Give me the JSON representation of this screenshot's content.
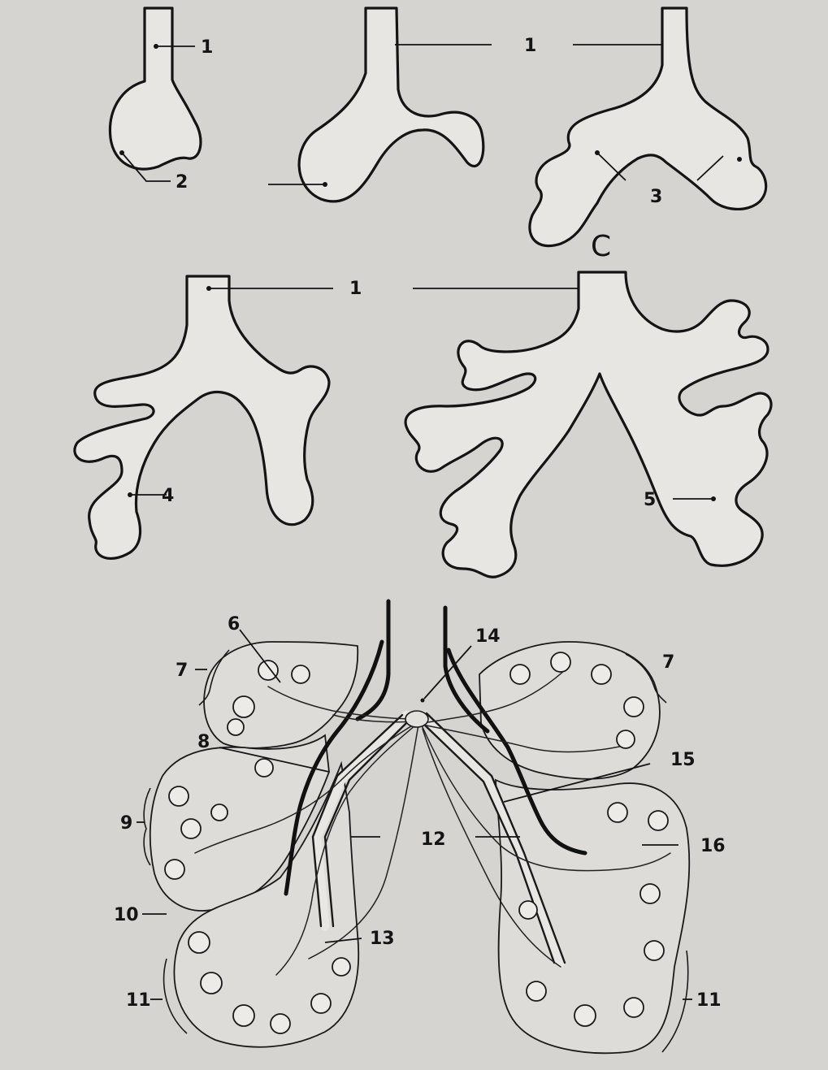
{
  "labels": {
    "l1a": "1",
    "l1b": "1",
    "l1c": "1",
    "l2": "2",
    "l3": "3",
    "lC": "C",
    "l4": "4",
    "l5": "5",
    "l6": "6",
    "l7a": "7",
    "l7b": "7",
    "l8": "8",
    "l9": "9",
    "l10": "10",
    "l11a": "11",
    "l11b": "11",
    "l12": "12",
    "l13": "13",
    "l14": "14",
    "l15": "15",
    "l16": "16"
  },
  "colors": {
    "paper": "#d6d4d0",
    "ink": "#141414",
    "tissue": "#e8e6e2"
  }
}
